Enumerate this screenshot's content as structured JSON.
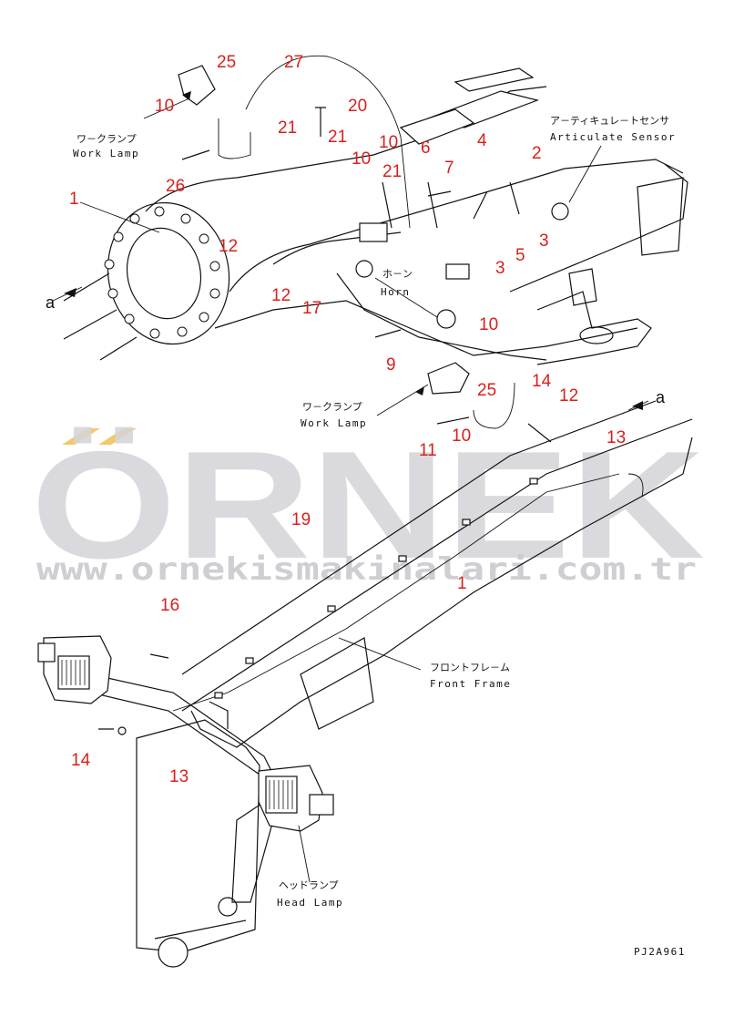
{
  "colors": {
    "callout": "#d8211d",
    "line": "#111111",
    "watermark_main": "#d4d4d8",
    "watermark_accent": "#f2c96b"
  },
  "watermark": {
    "brand": "ÖRNEK",
    "url": "www.ornekismakinalari.com.tr"
  },
  "labels": {
    "work_lamp_top": {
      "jp": "ワ－クランプ",
      "en": "Work Lamp"
    },
    "work_lamp_mid": {
      "jp": "ワ－クランプ",
      "en": "Work Lamp"
    },
    "articulate_sensor": {
      "jp": "ア－ティキュレ－トセンサ",
      "en": "Articulate Sensor"
    },
    "horn": {
      "jp": "ホ－ン",
      "en": "Horn"
    },
    "front_frame": {
      "jp": "フロントフレ－ム",
      "en": "Front Frame"
    },
    "head_lamp": {
      "jp": "ヘッドランプ",
      "en": "Head Lamp"
    },
    "view_marker_left": "a",
    "view_marker_right": "a",
    "drawing_code": "PJ2A961"
  },
  "callouts": [
    "25",
    "27",
    "10",
    "20",
    "21",
    "21",
    "10",
    "6",
    "4",
    "2",
    "10",
    "7",
    "21",
    "1",
    "26",
    "12",
    "3",
    "5",
    "3",
    "12",
    "17",
    "10",
    "9",
    "25",
    "14",
    "12",
    "10",
    "11",
    "13",
    "19",
    "1",
    "16",
    "14",
    "13"
  ]
}
